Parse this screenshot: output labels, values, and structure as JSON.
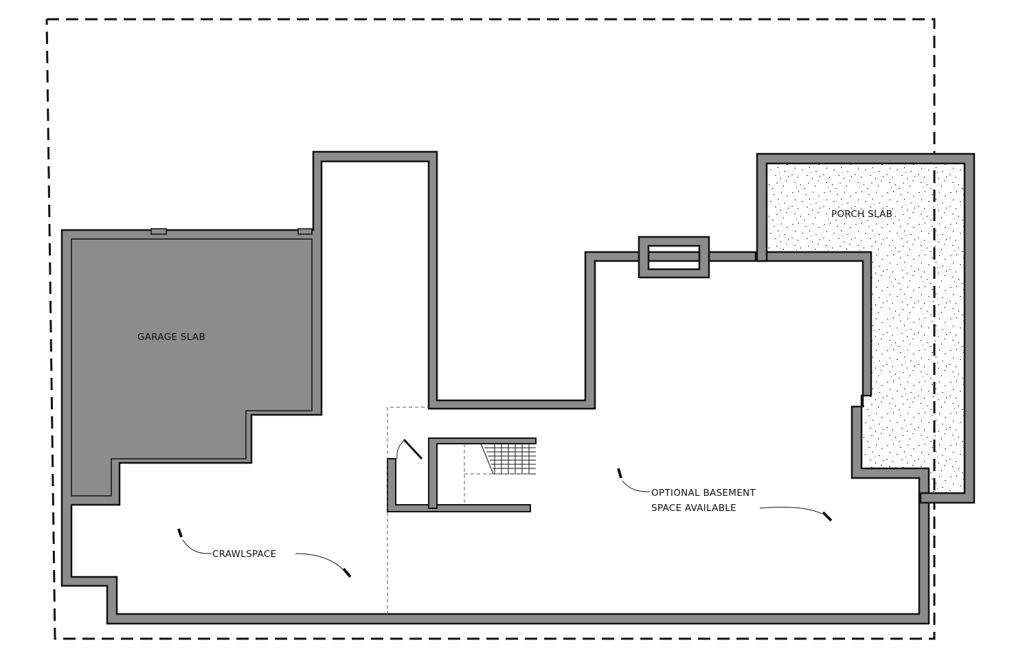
{
  "labels": {
    "garage_slab": "GARAGE SLAB",
    "porch_slab": "PORCH SLAB",
    "crawlspace": "CRAWLSPACE",
    "optional_basement_line1": "OPTIONAL BASEMENT",
    "optional_basement_line2": "SPACE AVAILABLE"
  },
  "colors": {
    "wall_fill": "#8c8c8c",
    "line": "#111111",
    "background": "#ffffff",
    "slab_speckle": "#444444"
  }
}
